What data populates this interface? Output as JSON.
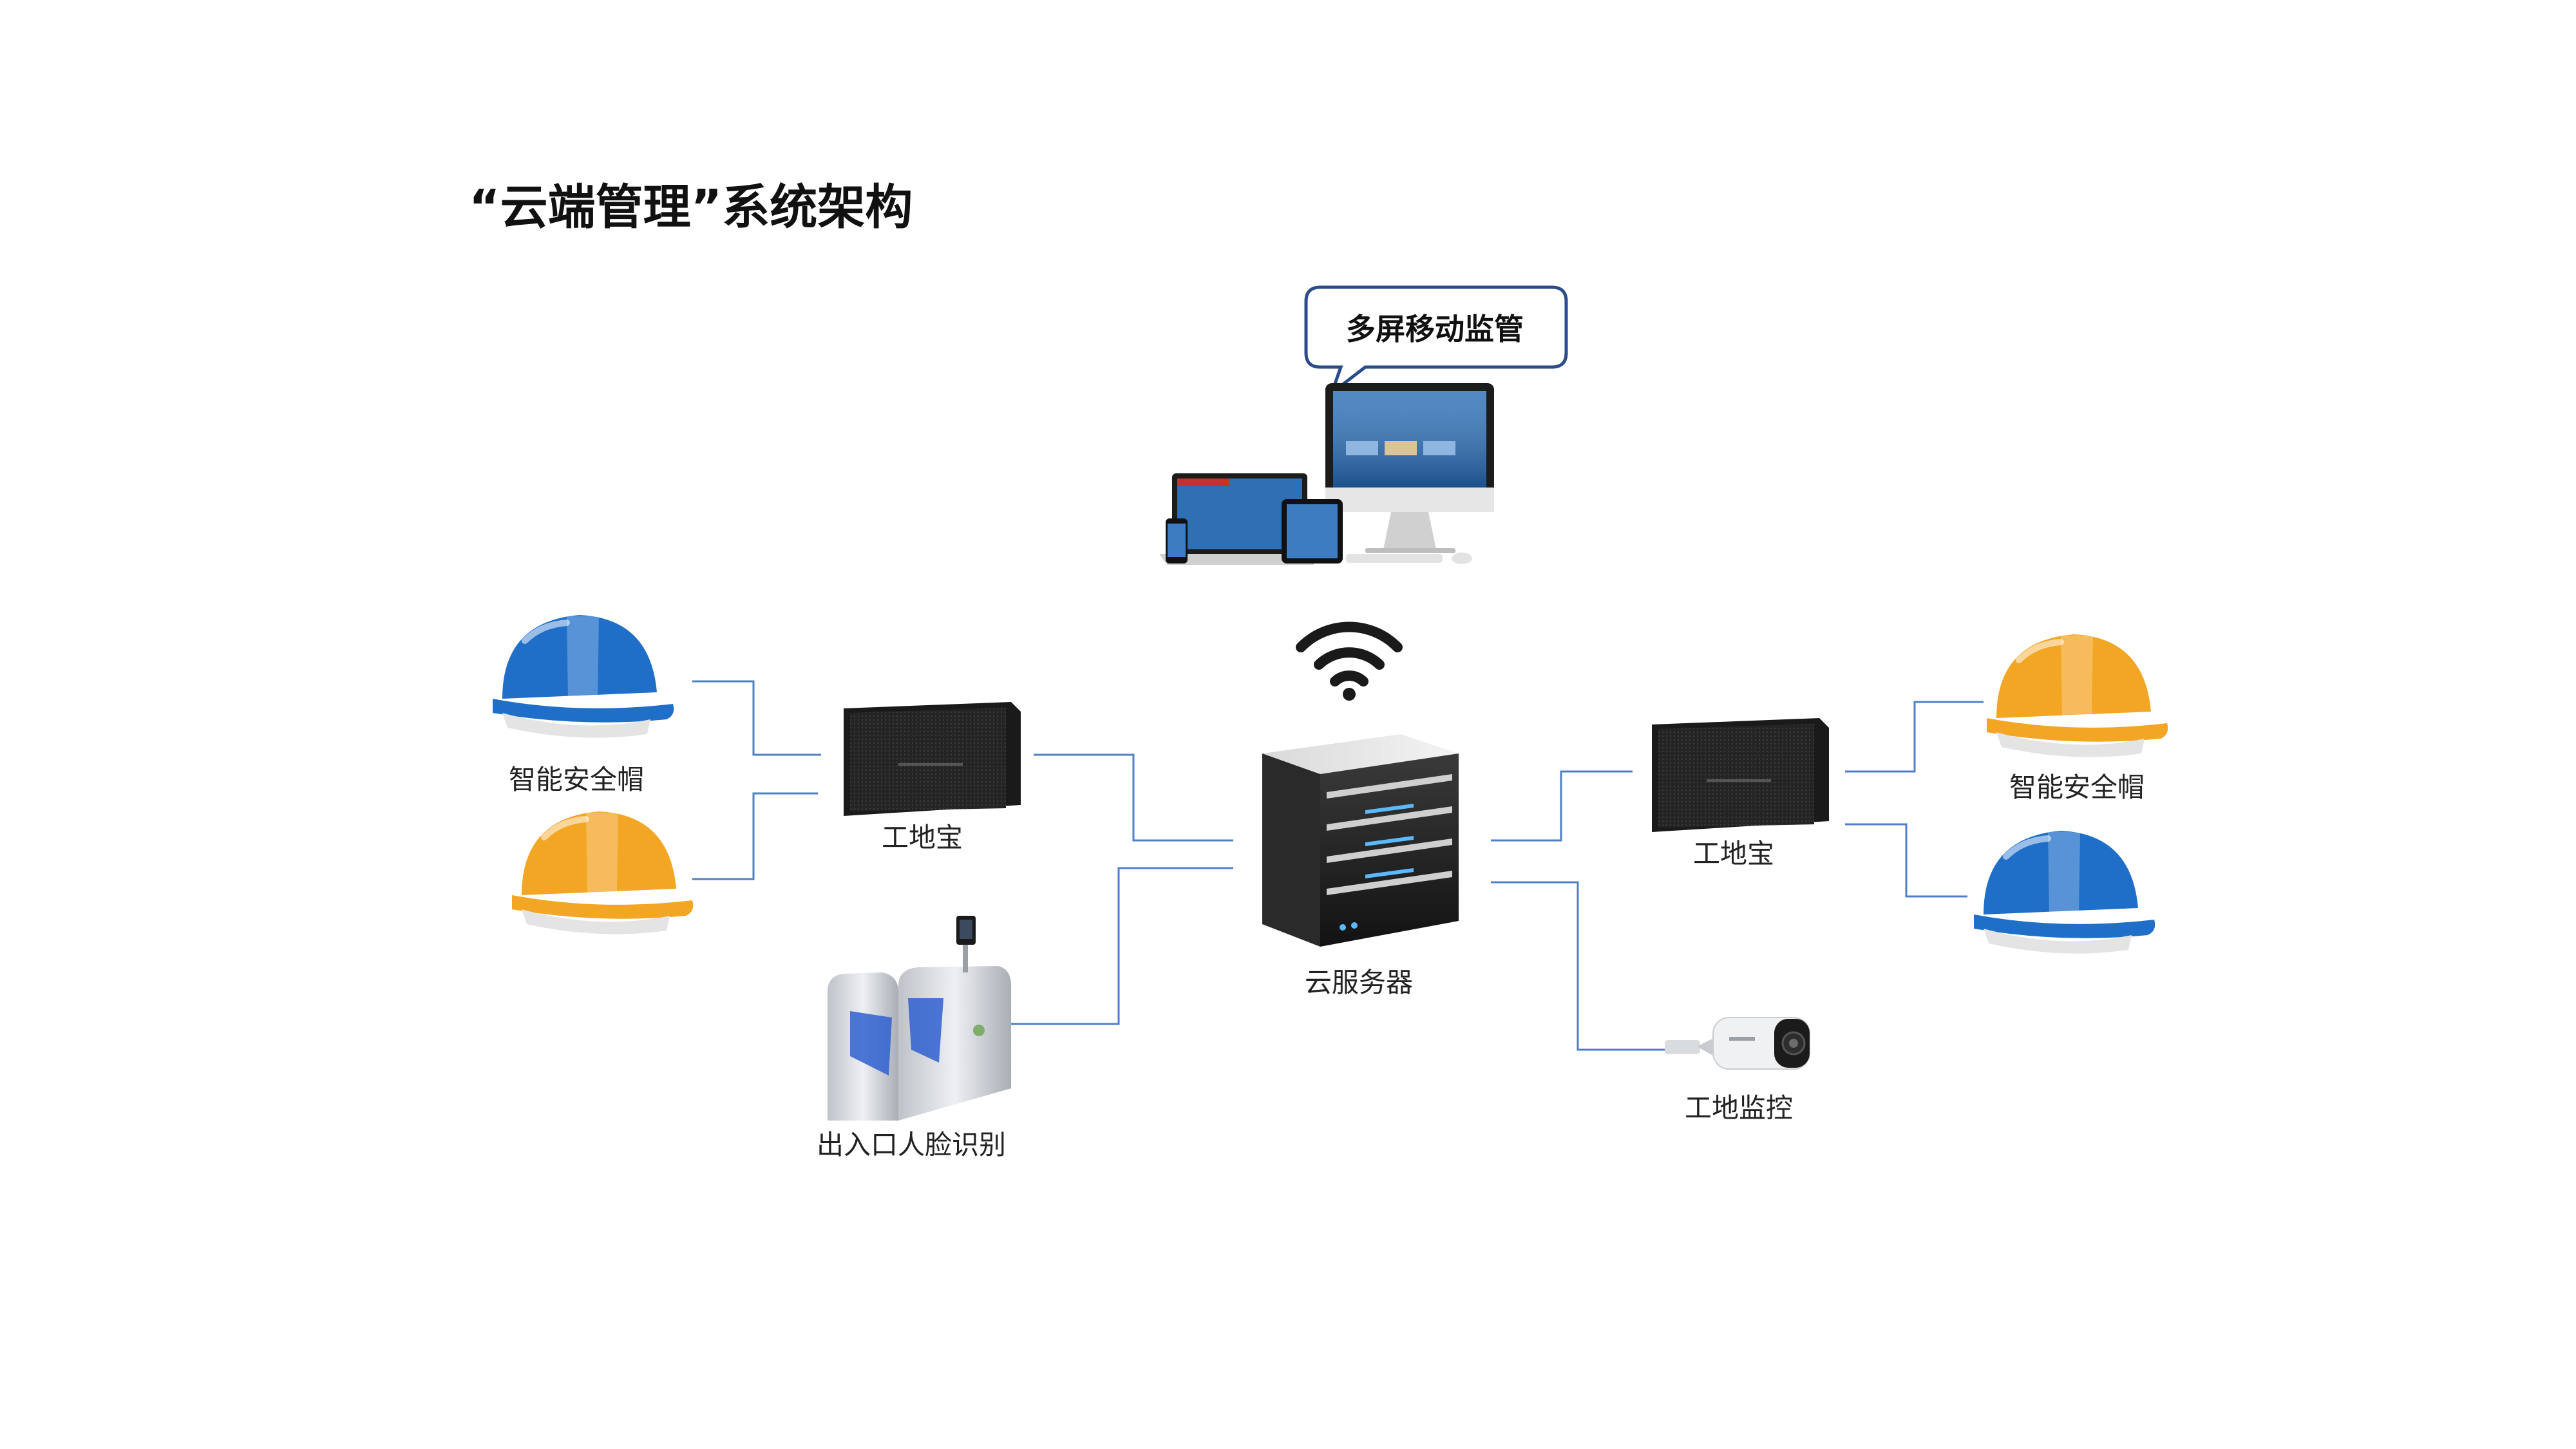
{
  "title": "“云端管理”系统架构",
  "bubble": {
    "text": "多屏移动监管"
  },
  "labels": {
    "helmet_left": "智能安全帽",
    "gateway_left": "工地宝",
    "face_gate": "出入口人脸识别",
    "server": "云服务器",
    "gateway_right": "工地宝",
    "helmet_right": "智能安全帽",
    "camera": "工地监控"
  },
  "icons": {
    "devices": "multi-screen-devices-icon",
    "wifi": "wifi-icon",
    "server": "server-icon",
    "gateway": "gateway-box-icon",
    "helmet": "hard-hat-icon",
    "turnstile": "face-recognition-turnstile-icon",
    "camera": "bullet-camera-icon"
  },
  "colors": {
    "connector": "#4f7fc8",
    "helmet_blue": "#1f6fc9",
    "helmet_orange": "#f3a524",
    "bubble_border": "#2b4c8a",
    "title": "#111111"
  }
}
